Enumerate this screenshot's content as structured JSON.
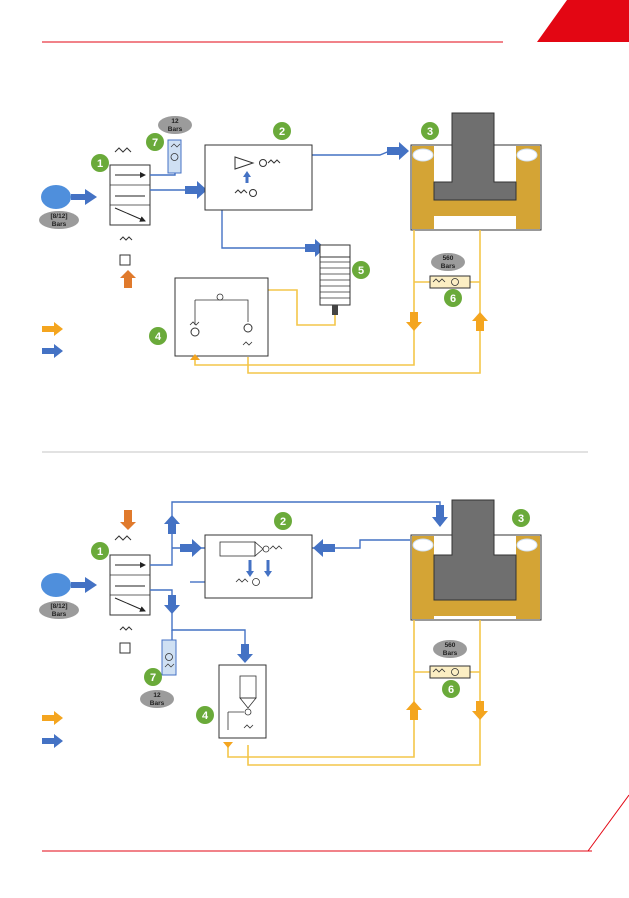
{
  "colors": {
    "accent_red": "#e30613",
    "pneumatic_blue": "#4472c4",
    "hydraulic_yellow": "#f4c64a",
    "manual_orange": "#e07a2c",
    "badge_green": "#6aaa3a",
    "label_grey": "#9b9b9b",
    "cylinder_gold": "#d4a435",
    "piston_grey": "#6f6f6f"
  },
  "diagrams": [
    {
      "supply_label": "[8/12]\nBars",
      "regulator_label": "12\nBars",
      "valve_label": "560\nBars",
      "badges": [
        "1",
        "2",
        "3",
        "4",
        "5",
        "6",
        "7"
      ],
      "legend": [
        "hydraulic-arrow",
        "pneumatic-arrow"
      ]
    },
    {
      "supply_label": "[8/12]\nBars",
      "regulator_label": "12\nBars",
      "valve_label": "560\nBars",
      "badges": [
        "1",
        "2",
        "3",
        "4",
        "6",
        "7"
      ],
      "legend": [
        "hydraulic-arrow",
        "pneumatic-arrow"
      ]
    }
  ]
}
